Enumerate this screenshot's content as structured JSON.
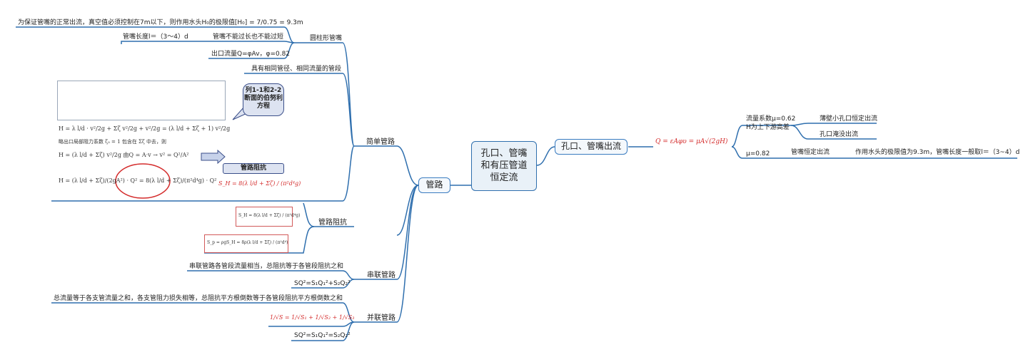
{
  "root": {
    "line1": "孔口、管嘴",
    "line2": "和有压管道",
    "line3": "恒定流"
  },
  "left_branch": {
    "label": "管路",
    "simple": {
      "label": "简单管路",
      "cylinder": {
        "label": "圆柱形管嘴",
        "vacuum_note": "为保证管嘴的正常出流，真空值必须控制在7m以下，则作用水头H₀的极限值[H₀] = 7/0.75 = 9.3m",
        "length_label": "管嘴不能过长也不能过短",
        "length_value": "管嘴长度l＝（3～4）d",
        "flow": "出口流量Q=φAv，φ=0.82"
      },
      "same_pipe": "具有相同管径、相同流量的管段",
      "callout": "列1-1和2-2断面的伯努利方程",
      "resistance_tag": "管路阻抗",
      "formula_sh": "S_H = 8(λ l/d + Σζ) / (π²d⁴g)",
      "formula_note": "略出口局部阻力系数   ζ₀ = 1 包含在  Σζ 中去，则",
      "formula_h1": "H = λ l/d · v²/2g + Σζ v²/2g + v²/2g = (λ l/d + Σζ + 1) v²/2g",
      "formula_h2": "H = (λ l/d + Σζ) v²/2g      由Q = A·v   →   v² = Q²/A²",
      "formula_h3": "H = (λ l/d + Σζ)/(2gA²) · Q² = 8(λ l/d + Σζ)/(π²d⁴g) · Q²"
    },
    "impedance": {
      "label": "管路阻抗",
      "formula_sh": "S_H = 8(λ l/d + Σζ) / (π²d⁴g)",
      "formula_sp": "S_p = ρgS_H = 8ρ(λ l/d + Σζ) / (π²d⁴)"
    },
    "series": {
      "label": "串联管路",
      "desc": "串联管路各管段流量相当，总阻抗等于各管段阻抗之和",
      "eq": "SQ²=S₁Q₁²+S₂Q₂²"
    },
    "parallel": {
      "label": "并联管路",
      "desc": "总流量等于各支管流量之和，各支管阻力损失相等，总阻抗平方根倒数等于各管段阻抗平方根倒数之和",
      "formula": "1/√S = 1/√S₁ + 1/√S₂ + 1/√S₃",
      "eq": "SQ²=S₁Q₁²=S₂Q₂²"
    }
  },
  "right_branch": {
    "label": "孔口、管嘴出流",
    "formula": "Q = εAφυ = μA√(2gH)",
    "orifice": {
      "desc_line1": "流量系数μ=0.62",
      "desc_line2": "H为上下游高差",
      "free": "薄壁小孔口恒定出流",
      "submerged": "孔口淹没出流"
    },
    "nozzle": {
      "mu": "μ=0.82",
      "label": "管嘴恒定出流",
      "note": "作用水头的极限值为9.3m，管嘴长度一般取l＝（3~4）d"
    }
  },
  "colors": {
    "line": "#2f6fae",
    "accent_red": "#d42c2c",
    "callout": "#dde3f1"
  }
}
